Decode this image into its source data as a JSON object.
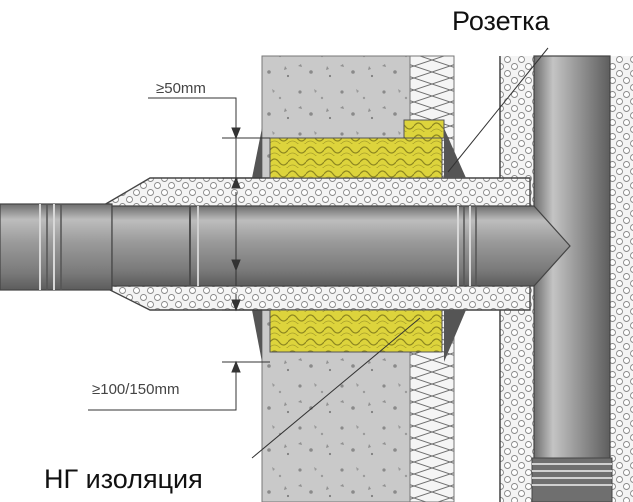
{
  "labels": {
    "rosette": "Розетка",
    "insulation": "НГ изоляция",
    "clearance_top": "≥50mm",
    "clearance_bottom": "≥100/150mm"
  },
  "colors": {
    "concrete": "#c9c9c9",
    "insulation_pad": "#ddd43c",
    "pipe": "#9c9c9c",
    "pipe_light": "#cfcfcf",
    "cellular_insulation": "#f2f2f2",
    "line": "#333333",
    "rosette": "#555555"
  }
}
